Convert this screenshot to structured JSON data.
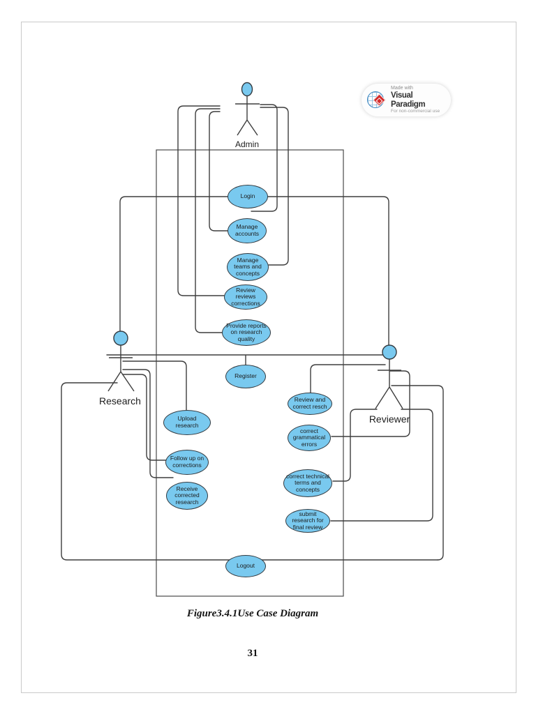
{
  "page": {
    "caption": "Figure3.4.1Use Case Diagram",
    "page_number": "31"
  },
  "badge": {
    "made_with": "Made with",
    "brand": "Visual Paradigm",
    "license": "For non-commercial use"
  },
  "diagram": {
    "type": "uml-use-case",
    "colors": {
      "use_case_fill": "#79c9ef",
      "use_case_border": "#333a40",
      "connector": "#3d3d3d",
      "boundary": "#4a4a4a"
    },
    "actors": [
      {
        "name": "Admin"
      },
      {
        "name": "Research"
      },
      {
        "name": "Reviewer"
      }
    ],
    "use_cases": [
      {
        "label": "Login"
      },
      {
        "label": "Manage accounts"
      },
      {
        "label": "Manage teams and concepts"
      },
      {
        "label": "Review reviews corrections"
      },
      {
        "label": "Provide reports on research quality"
      },
      {
        "label": "Register"
      },
      {
        "label": "Upload research"
      },
      {
        "label": "Follow up on corrections"
      },
      {
        "label": "Receive corrected research"
      },
      {
        "label": "Review and correct resch"
      },
      {
        "label": "correct grammatical errors"
      },
      {
        "label": "correct technical terms and concepts"
      },
      {
        "label": "submit research for final review"
      },
      {
        "label": "Logout"
      }
    ]
  }
}
